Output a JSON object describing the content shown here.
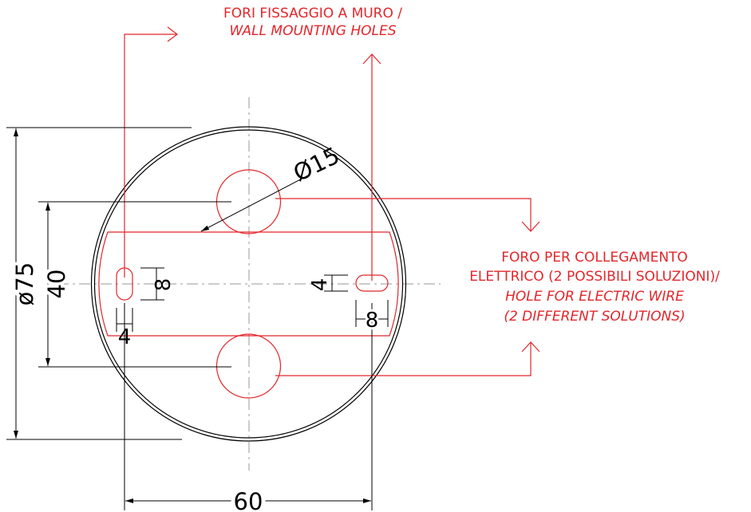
{
  "colors": {
    "annotation": "#e3262b",
    "line": "#000000",
    "centerline": "#9a9a9a",
    "background": "#ffffff"
  },
  "labels": {
    "wall_holes_it": "FORI FISSAGGIO A MURO /",
    "wall_holes_en": "WALL MOUNTING HOLES",
    "wire_hole_it_1": "FORO PER COLLEGAMENTO",
    "wire_hole_it_2": "ELETTRICO (2 POSSIBILI SOLUZIONI)/",
    "wire_hole_en_1": "HOLE FOR ELECTRIC WIRE",
    "wire_hole_en_2": "(2 DIFFERENT SOLUTIONS)"
  },
  "dimensions": {
    "outer_diameter": "ø75",
    "hole_spacing": "40",
    "hole_diameter": "Ø15",
    "slot_length_left": "8",
    "slot_width_left": "4",
    "slot_width_right": "4",
    "slot_length_right": "8",
    "slot_spacing": "60"
  }
}
